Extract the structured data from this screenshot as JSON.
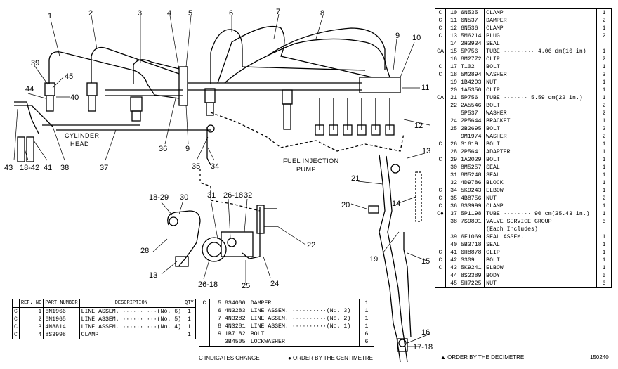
{
  "diagram": {
    "callouts": {
      "c1": "1",
      "c2": "2",
      "c3": "3",
      "c4": "4",
      "c5": "5",
      "c6": "6",
      "c7": "7",
      "c8": "8",
      "c9": "9",
      "c10": "10",
      "c11": "11",
      "c12": "12",
      "c13": "13",
      "c13b": "13",
      "c14": "14",
      "c15": "15",
      "c16": "16",
      "c1718": "17-18",
      "c1829": "18-29",
      "c1842": "18-42",
      "c19": "19",
      "c20": "20",
      "c21": "21",
      "c22": "22",
      "c24": "24",
      "c25": "25",
      "c2618a": "26-18",
      "c2618b": "26-18",
      "c28": "28",
      "c30": "30",
      "c31": "31",
      "c32": "32",
      "c34": "34",
      "c35": "35",
      "c36": "36",
      "c37": "37",
      "c38": "38",
      "c39": "39",
      "c40": "40",
      "c41": "41",
      "c43": "43",
      "c44": "44",
      "c45": "45",
      "c9b": "9"
    },
    "cylinder_head_label": "CYLINDER HEAD",
    "cylinder_head_line1": "CYLINDER",
    "cylinder_head_line2": "HEAD",
    "pump_label_line1": "FUEL INJECTION",
    "pump_label_line2": "PUMP"
  },
  "right_table": {
    "rows": [
      {
        "c": "C",
        "no": "10",
        "part": "6N535",
        "desc": "CLAMP",
        "qty": "1"
      },
      {
        "c": "C",
        "no": "11",
        "part": "6N537",
        "desc": "DAMPER",
        "qty": "2"
      },
      {
        "c": "C",
        "no": "12",
        "part": "6N536",
        "desc": "CLAMP",
        "qty": "1"
      },
      {
        "c": "C",
        "no": "13",
        "part": "5M6214",
        "desc": "PLUG",
        "qty": "2"
      },
      {
        "c": "",
        "no": "14",
        "part": "2H3934",
        "desc": "SEAL",
        "qty": ""
      },
      {
        "c": "CA",
        "no": "15",
        "part": "5P756",
        "desc": "TUBE ········· 4.06 dm(16 in)",
        "qty": "1"
      },
      {
        "c": "",
        "no": "16",
        "part": "8M2772",
        "desc": "CLIP",
        "qty": "2"
      },
      {
        "c": "C",
        "no": "17",
        "part": "T102",
        "desc": "BOLT",
        "qty": "1"
      },
      {
        "c": "C",
        "no": "18",
        "part": "5M2894",
        "desc": "WASHER",
        "qty": "3"
      },
      {
        "c": "",
        "no": "19",
        "part": "1B4293",
        "desc": "NUT",
        "qty": "1"
      },
      {
        "c": "",
        "no": "20",
        "part": "1A5350",
        "desc": "CLIP",
        "qty": "1"
      },
      {
        "c": "CA",
        "no": "21",
        "part": "5P756",
        "desc": "TUBE ······· 5.59 dm(22 in.)",
        "qty": "1"
      },
      {
        "c": "",
        "no": "22",
        "part": "2A5546",
        "desc": "BOLT",
        "qty": "2"
      },
      {
        "c": "",
        "no": "",
        "part": "5P537",
        "desc": "WASHER",
        "qty": "2"
      },
      {
        "c": "",
        "no": "24",
        "part": "2P5644",
        "desc": "BRACKET",
        "qty": "1"
      },
      {
        "c": "",
        "no": "25",
        "part": "2B2695",
        "desc": "BOLT",
        "qty": "2"
      },
      {
        "c": "",
        "no": "",
        "part": "9M1974",
        "desc": "WASHER",
        "qty": "2"
      },
      {
        "c": "C",
        "no": "26",
        "part": "S1619",
        "desc": "BOLT",
        "qty": "1"
      },
      {
        "c": "",
        "no": "28",
        "part": "2P5641",
        "desc": "ADAPTER",
        "qty": "1"
      },
      {
        "c": "C",
        "no": "29",
        "part": "1A2029",
        "desc": "BOLT",
        "qty": "1"
      },
      {
        "c": "",
        "no": "30",
        "part": "8M5257",
        "desc": "SEAL",
        "qty": "1"
      },
      {
        "c": "",
        "no": "31",
        "part": "8M5248",
        "desc": "SEAL",
        "qty": "1"
      },
      {
        "c": "",
        "no": "32",
        "part": "4D9786",
        "desc": "BLOCK",
        "qty": "1"
      },
      {
        "c": "C",
        "no": "34",
        "part": "5K9243",
        "desc": "ELBOW",
        "qty": "1"
      },
      {
        "c": "C",
        "no": "35",
        "part": "4B8756",
        "desc": "NUT",
        "qty": "2"
      },
      {
        "c": "C",
        "no": "36",
        "part": "8S3999",
        "desc": "CLAMP",
        "qty": "1"
      },
      {
        "c": "C●",
        "no": "37",
        "part": "5P1198",
        "desc": "TUBE ········ 90 cm(35.43 in.)",
        "qty": "1"
      },
      {
        "c": "",
        "no": "38",
        "part": "7S9891",
        "desc": "VALVE SERVICE GROUP",
        "qty": "6"
      },
      {
        "c": "",
        "no": "",
        "part": "",
        "desc": "  (Each Includes)",
        "qty": ""
      },
      {
        "c": "",
        "no": "39",
        "part": "6F1069",
        "desc": "  SEAL ASSEM.",
        "qty": "1"
      },
      {
        "c": "",
        "no": "40",
        "part": "5B3718",
        "desc": "  SEAL",
        "qty": "1"
      },
      {
        "c": "C",
        "no": "41",
        "part": "6H8878",
        "desc": "CLIP",
        "qty": "1"
      },
      {
        "c": "C",
        "no": "42",
        "part": "S309",
        "desc": "BOLT",
        "qty": "1"
      },
      {
        "c": "C",
        "no": "43",
        "part": "5K9241",
        "desc": "ELBOW",
        "qty": "1"
      },
      {
        "c": "",
        "no": "44",
        "part": "8S2389",
        "desc": "BODY",
        "qty": "6"
      },
      {
        "c": "",
        "no": "45",
        "part": "5H7225",
        "desc": "NUT",
        "qty": "6"
      }
    ],
    "footnote": "▲ ORDER BY THE DECIMETRE",
    "figure_number": "150240"
  },
  "bottom_left_table": {
    "headers": {
      "ref_no": "REF. NO",
      "part_number": "PART NUMBER",
      "description": "DESCRIPTION",
      "qty": "QTY"
    },
    "rows": [
      {
        "c": "C",
        "no": "1",
        "part": "6N1966",
        "desc": "LINE ASSEM. ··········(No. 6)",
        "qty": "1"
      },
      {
        "c": "C",
        "no": "2",
        "part": "6N1965",
        "desc": "LINE ASSEM. ··········(No. 5)",
        "qty": "1"
      },
      {
        "c": "C",
        "no": "3",
        "part": "4N8814",
        "desc": "LINE ASSEM. ··········(No. 4)",
        "qty": "1"
      },
      {
        "c": "C",
        "no": "4",
        "part": "8S3998",
        "desc": "CLAMP",
        "qty": "1"
      }
    ]
  },
  "bottom_mid_table": {
    "rows": [
      {
        "c": "C",
        "no": "5",
        "part": "8S4000",
        "desc": "DAMPER",
        "qty": "1"
      },
      {
        "c": "",
        "no": "6",
        "part": "4N3283",
        "desc": "LINE ASSEM. ··········(No. 3)",
        "qty": "1"
      },
      {
        "c": "",
        "no": "7",
        "part": "4N3282",
        "desc": "LINE ASSEM. ··········(No. 2)",
        "qty": "1"
      },
      {
        "c": "",
        "no": "8",
        "part": "4N3281",
        "desc": "LINE ASSEM. ··········(No. 1)",
        "qty": "1"
      },
      {
        "c": "",
        "no": "9",
        "part": "1B7182",
        "desc": "BOLT",
        "qty": "6"
      },
      {
        "c": "",
        "no": "",
        "part": "3B4505",
        "desc": "LOCKWASHER",
        "qty": "6"
      }
    ],
    "footnote_change": "C INDICATES CHANGE",
    "footnote_order": "● ORDER BY THE CENTIMETRE"
  }
}
